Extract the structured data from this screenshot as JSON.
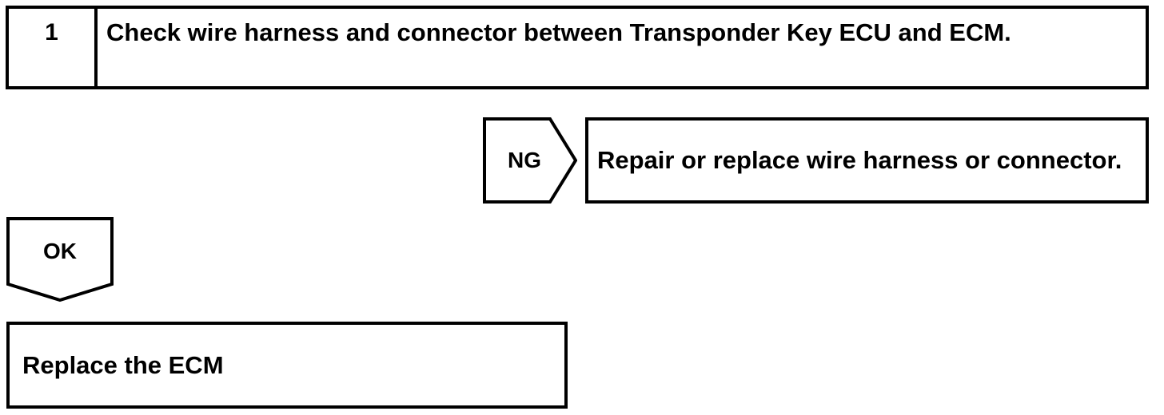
{
  "diagram": {
    "step_box": {
      "number": "1",
      "instruction": "Check wire harness and connector between Transponder Key ECU and ECM."
    },
    "ng_branch": {
      "label": "NG",
      "action": "Repair or replace wire harness or connector."
    },
    "ok_branch": {
      "label": "OK",
      "action": "Replace the ECM"
    }
  },
  "colors": {
    "line": "#000000",
    "background": "#ffffff",
    "text": "#000000"
  }
}
